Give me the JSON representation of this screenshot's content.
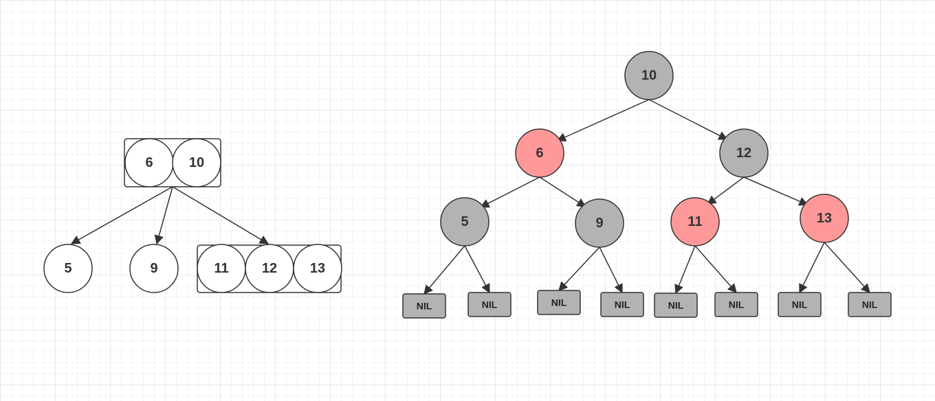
{
  "colors": {
    "black_node": "#b3b3b3",
    "red_node": "#ff9999",
    "white_node": "#ffffff",
    "nil_leaf": "#b3b3b3",
    "stroke": "#333333"
  },
  "b_tree": {
    "root": {
      "keys": [
        "6",
        "10"
      ]
    },
    "children": [
      {
        "keys": [
          "5"
        ]
      },
      {
        "keys": [
          "9"
        ]
      },
      {
        "keys": [
          "11",
          "12",
          "13"
        ]
      }
    ]
  },
  "red_black_tree": {
    "nodes": [
      {
        "id": "n10",
        "label": "10",
        "color": "black"
      },
      {
        "id": "n6",
        "label": "6",
        "color": "red"
      },
      {
        "id": "n12",
        "label": "12",
        "color": "black"
      },
      {
        "id": "n5",
        "label": "5",
        "color": "black"
      },
      {
        "id": "n9",
        "label": "9",
        "color": "black"
      },
      {
        "id": "n11",
        "label": "11",
        "color": "red"
      },
      {
        "id": "n13",
        "label": "13",
        "color": "red"
      }
    ],
    "edges": [
      [
        "n10",
        "n6"
      ],
      [
        "n10",
        "n12"
      ],
      [
        "n6",
        "n5"
      ],
      [
        "n6",
        "n9"
      ],
      [
        "n12",
        "n11"
      ],
      [
        "n12",
        "n13"
      ]
    ],
    "nil_leaves": [
      {
        "id": "nil1",
        "parent": "n5",
        "label": "NIL"
      },
      {
        "id": "nil2",
        "parent": "n5",
        "label": "NIL"
      },
      {
        "id": "nil3",
        "parent": "n9",
        "label": "NIL"
      },
      {
        "id": "nil4",
        "parent": "n9",
        "label": "NIL"
      },
      {
        "id": "nil5",
        "parent": "n11",
        "label": "NIL"
      },
      {
        "id": "nil6",
        "parent": "n11",
        "label": "NIL"
      },
      {
        "id": "nil7",
        "parent": "n13",
        "label": "NIL"
      },
      {
        "id": "nil8",
        "parent": "n13",
        "label": "NIL"
      }
    ]
  }
}
